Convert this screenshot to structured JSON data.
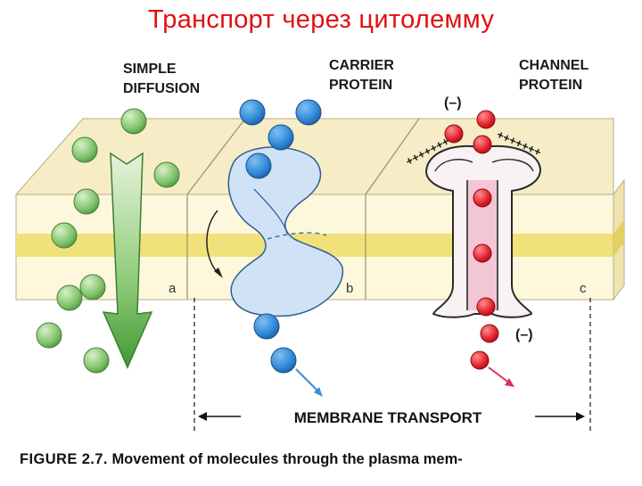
{
  "slide_title": "Транспорт через цитолемму",
  "panels": {
    "a": {
      "heading_lines": [
        "SIMPLE",
        "DIFFUSION"
      ],
      "letter": "a"
    },
    "b": {
      "heading_lines": [
        "CARRIER",
        "PROTEIN"
      ],
      "letter": "b"
    },
    "c": {
      "heading_lines": [
        "CHANNEL",
        "PROTEIN"
      ],
      "letter": "c",
      "charge_top": "(–)",
      "charge_bottom": "(–)",
      "plus_signs": "+++++++"
    }
  },
  "membrane_transport_label": "MEMBRANE TRANSPORT",
  "caption": {
    "figure": "FIGURE 2.7.",
    "text": "Movement of molecules through the plasma mem-"
  },
  "colors": {
    "title_red": "#e01010",
    "membrane_face": "#fdf7dc",
    "membrane_top": "#f6edc6",
    "membrane_band": "#f1e17a",
    "green_molecule": "#7ec26a",
    "blue_molecule": "#2e86d6",
    "red_molecule": "#e21f2c",
    "carrier_protein": "#cfe2f6",
    "channel_inner": "#f2c6d4"
  }
}
